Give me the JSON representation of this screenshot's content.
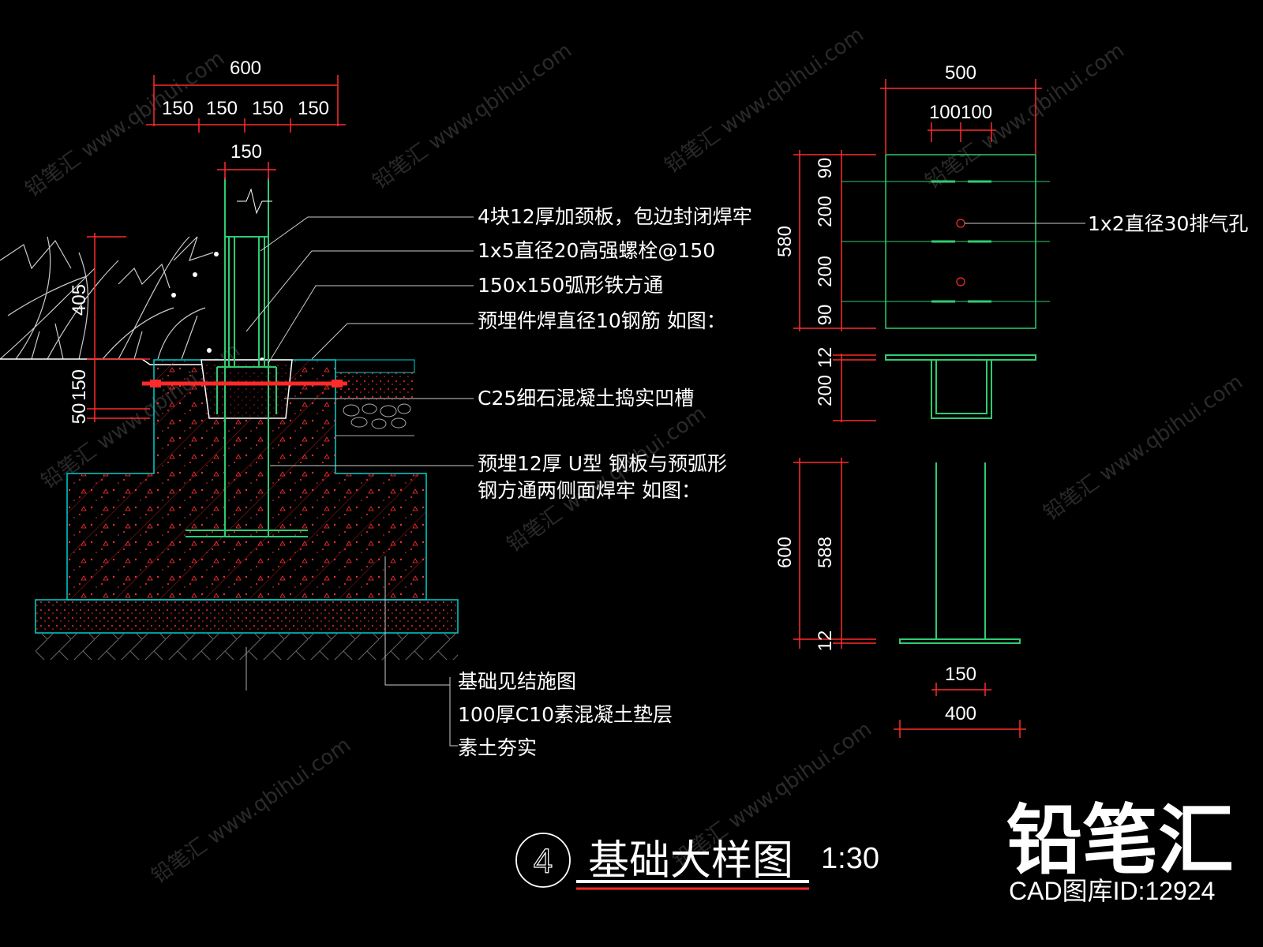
{
  "section_dims": {
    "top_total": "600",
    "top_segments": [
      "150",
      "150",
      "150",
      "150"
    ],
    "post_width": "150",
    "left_upper": "405",
    "left_mid": "150",
    "left_low": "50"
  },
  "section_notes": [
    "4块12厚加颈板，包边封闭焊牢",
    "1x5直径20高强螺栓@150",
    "150x150弧形铁方通",
    "预埋件焊直径10钢筋 如图：",
    "C25细石混凝土捣实凹槽",
    "预埋12厚 U型 钢板与预弧形",
    "钢方通两侧面焊牢 如图："
  ],
  "base_notes": [
    "基础见结施图",
    "100厚C10素混凝土垫层",
    "素土夯实"
  ],
  "plate_dims": {
    "width": "500",
    "inner": "100100",
    "height": "580",
    "rows": [
      "90",
      "200",
      "200",
      "90"
    ],
    "vent_note": "1x2直径30排气孔",
    "t12": "12",
    "u200": "200"
  },
  "embed_dims": {
    "total": "600",
    "leg": "588",
    "plate": "12",
    "inner_width": "150",
    "outer_width": "400"
  },
  "title": {
    "number": "4",
    "text": "基础大样图",
    "scale": "1:30"
  },
  "brand": {
    "logo": "铅笔汇",
    "id": "CAD图库ID:12924"
  },
  "watermark": "铅笔汇 www.qbihui.com",
  "colors": {
    "line": "#2ecc71",
    "dim": "#ff2a2a",
    "concrete": "#00d0d0",
    "text": "#ffffff"
  }
}
